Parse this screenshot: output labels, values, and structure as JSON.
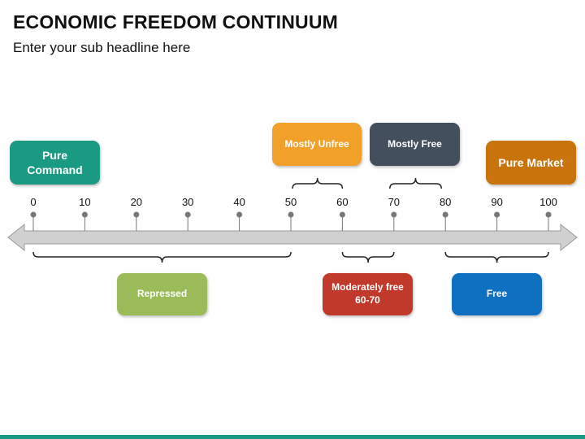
{
  "header": {
    "title": "ECONOMIC FREEDOM CONTINUUM",
    "subtitle": "Enter your sub headline here"
  },
  "scale": {
    "ticks": [
      "0",
      "10",
      "20",
      "30",
      "40",
      "50",
      "60",
      "70",
      "80",
      "90",
      "100"
    ],
    "values": [
      0,
      10,
      20,
      30,
      40,
      50,
      60,
      70,
      80,
      90,
      100
    ],
    "range": [
      0,
      100
    ]
  },
  "labels": {
    "pure_command": "Pure Command",
    "pure_market": "Pure Market",
    "mostly_unfree": "Mostly Unfree",
    "mostly_free": "Mostly Free",
    "repressed": "Repressed",
    "moderately_free": "Moderately free 60-70",
    "free": "Free"
  },
  "ranges": {
    "mostly_unfree": [
      50,
      60
    ],
    "mostly_free": [
      70,
      80
    ],
    "repressed": [
      0,
      50
    ],
    "moderately_free": [
      60,
      70
    ],
    "free": [
      80,
      100
    ]
  },
  "colors": {
    "pure_command": "#1a9a83",
    "pure_market": "#c9730d",
    "mostly_unfree": "#f1a02a",
    "mostly_free": "#444f5e",
    "repressed": "#9bbb59",
    "moderately_free": "#c0392b",
    "free": "#0f70c2",
    "arrow_fill": "#d0d0d0",
    "arrow_stroke": "#9a9a9a",
    "tick_dot": "#777777",
    "bracket": "#222222",
    "footer": "#1a9a83"
  }
}
